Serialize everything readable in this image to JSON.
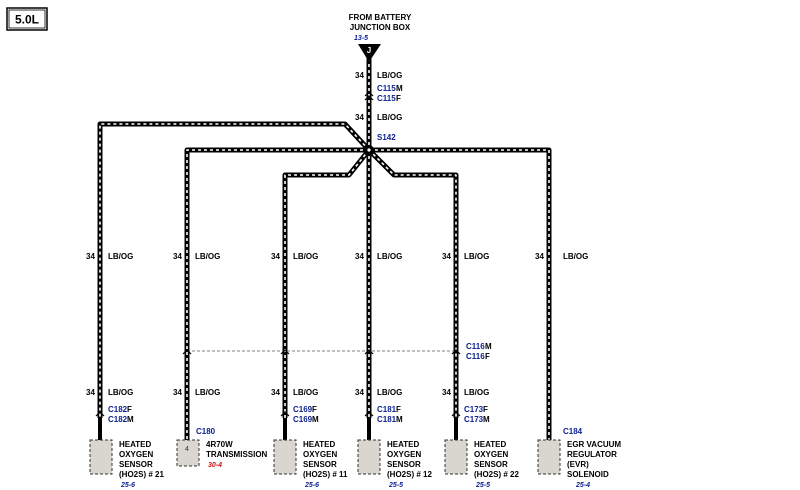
{
  "engine_label": "5.0L",
  "source": {
    "line1": "FROM BATTERY",
    "line2": "JUNCTION BOX",
    "ref": "13-5",
    "connector_letter": "J"
  },
  "main_feed": {
    "circuit_top": "34",
    "color_top": "LB/OG",
    "conn_m": "C115",
    "conn_m_suffix": "M",
    "conn_f": "C115",
    "conn_f_suffix": "F",
    "circuit_mid": "34",
    "color_mid": "LB/OG",
    "splice": "S142"
  },
  "inline_connector": {
    "name_m": "C116",
    "suffix_m": "M",
    "name_f": "C116",
    "suffix_f": "F"
  },
  "branches": [
    {
      "circuit": "34",
      "color": "LB/OG",
      "circuit_low": "34",
      "color_low": "LB/OG",
      "conn_f": "C182",
      "conn_f_suffix": "F",
      "conn_m": "C182",
      "conn_m_suffix": "M",
      "lines": [
        "HEATED",
        "OXYGEN",
        "SENSOR",
        "(HO2S) # 21"
      ],
      "ref": "25-6"
    },
    {
      "circuit": "34",
      "color": "LB/OG",
      "circuit_low": "34",
      "color_low": "LB/OG",
      "conn": "C180",
      "pin": "4",
      "lines": [
        "4R70W",
        "TRANSMISSION"
      ],
      "ref": "30-4"
    },
    {
      "circuit": "34",
      "color": "LB/OG",
      "circuit_low": "34",
      "color_low": "LB/OG",
      "conn_f": "C169",
      "conn_f_suffix": "F",
      "conn_m": "C169",
      "conn_m_suffix": "M",
      "lines": [
        "HEATED",
        "OXYGEN",
        "SENSOR",
        "(HO2S) # 11"
      ],
      "ref": "25-6"
    },
    {
      "circuit": "34",
      "color": "LB/OG",
      "circuit_low": "34",
      "color_low": "LB/OG",
      "conn_f": "C181",
      "conn_f_suffix": "F",
      "conn_m": "C181",
      "conn_m_suffix": "M",
      "lines": [
        "HEATED",
        "OXYGEN",
        "SENSOR",
        "(HO2S) # 12"
      ],
      "ref": "25-5"
    },
    {
      "circuit": "34",
      "color": "LB/OG",
      "circuit_low": "34",
      "color_low": "LB/OG",
      "conn_f": "C173",
      "conn_f_suffix": "F",
      "conn_m": "C173",
      "conn_m_suffix": "M",
      "lines": [
        "HEATED",
        "OXYGEN",
        "SENSOR",
        "(HO2S) # 22"
      ],
      "ref": "25-5"
    },
    {
      "circuit": "34",
      "color": "LB/OG",
      "conn": "C184",
      "lines": [
        "EGR VACUUM",
        "REGULATOR",
        "(EVR)",
        "SOLENOID"
      ],
      "ref": "25-4"
    }
  ],
  "colors": {
    "wire": "#000000",
    "wire_stripe": "#ffffff",
    "connector_text": "#0b1f8f",
    "ref_highlight": "#cc1111",
    "component_fill": "#d9d5cf"
  }
}
